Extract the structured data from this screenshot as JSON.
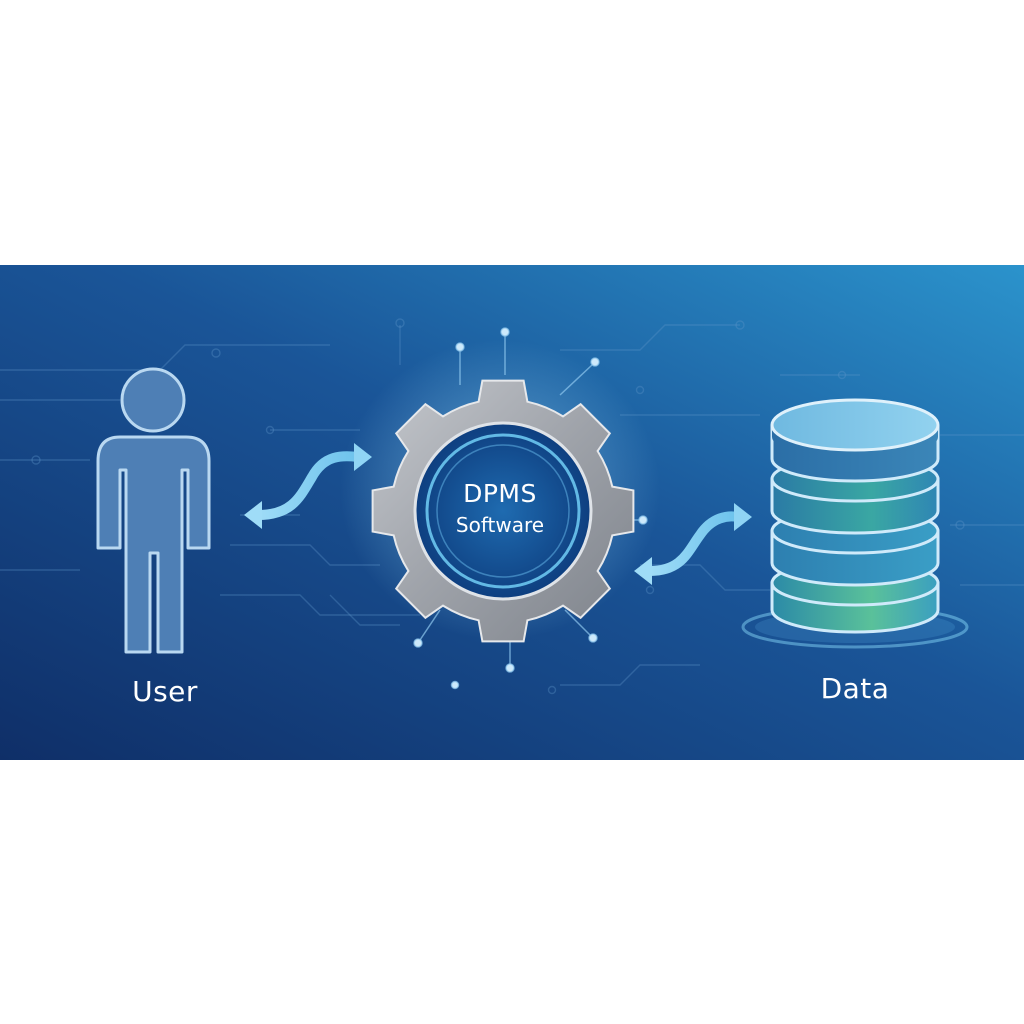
{
  "nodes": {
    "user": {
      "label": "User"
    },
    "software": {
      "line1": "DPMS",
      "line2": "Software"
    },
    "data": {
      "label": "Data"
    }
  },
  "icons": {
    "user": "person-icon",
    "software": "gear-icon",
    "data": "database-icon",
    "links": "bidirectional-arrow-icon"
  },
  "colors": {
    "banner_dark": "#123a78",
    "banner_light": "#2a8fc9",
    "accent": "#7fd0f5",
    "gear": "#a3a7ae"
  }
}
